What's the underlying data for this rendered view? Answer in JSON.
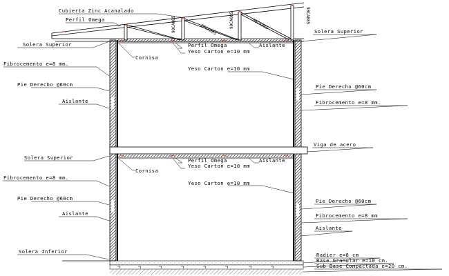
{
  "drawing": {
    "type": "construction-wall-section",
    "labels": {
      "roof_cover": "Cubierta Zinc Acanalado",
      "omega_profile_roof": "Perfil Omega",
      "top_plate_left_upper": "Solera Superior",
      "top_plate_right_upper": "Solera Superior",
      "cornice_upper": "Cornisa",
      "omega_profile_ceiling_upper": "Perfil Omega",
      "insulation_ceiling_upper": "Aislante",
      "gypsum_ceiling_upper": "Yeso Carton e=10 mm",
      "fiber_cement_left_upper": "Fibrocemento e=8 mm.",
      "gypsum_wall_upper": "Yeso Carton e=10 mm",
      "stud_left_upper": "Pie Derecho @60cm",
      "stud_right_upper": "Pie Derecho @60cm",
      "insulation_left_upper": "Aislante",
      "fiber_cement_right_upper": "Fibrocemento e=8 mm.",
      "steel_beam": "Viga de acero",
      "top_plate_left_lower": "Solera Superior",
      "cornice_lower": "Cornisa",
      "omega_profile_ceiling_lower": "Perfil Omega",
      "insulation_ceiling_lower": "Aislante",
      "gypsum_ceiling_lower": "Yeso Carton e=10 mm",
      "fiber_cement_left_lower": "Fibrocemento e=8 mm.",
      "gypsum_wall_lower": "Yeso Carton e=10 mm",
      "stud_left_lower": "Pie Derecho @60cm",
      "stud_right_lower": "Pie Derecho @60cm",
      "insulation_left_lower": "Aislante",
      "fiber_cement_right_lower": "Fibrocemento e=8 mm",
      "insulation_right_lower": "Aislante",
      "bottom_plate": "Solera Inferior",
      "slab": "Radier e=8 cm",
      "granular_base": "Base Granular e=10 cm.",
      "sub_base": "Sub Base Compactada e=20 cm."
    },
    "truss_member_labels": [
      "90CA085",
      "90CA085",
      "90CA085",
      "90CA085",
      "90CA085"
    ]
  }
}
